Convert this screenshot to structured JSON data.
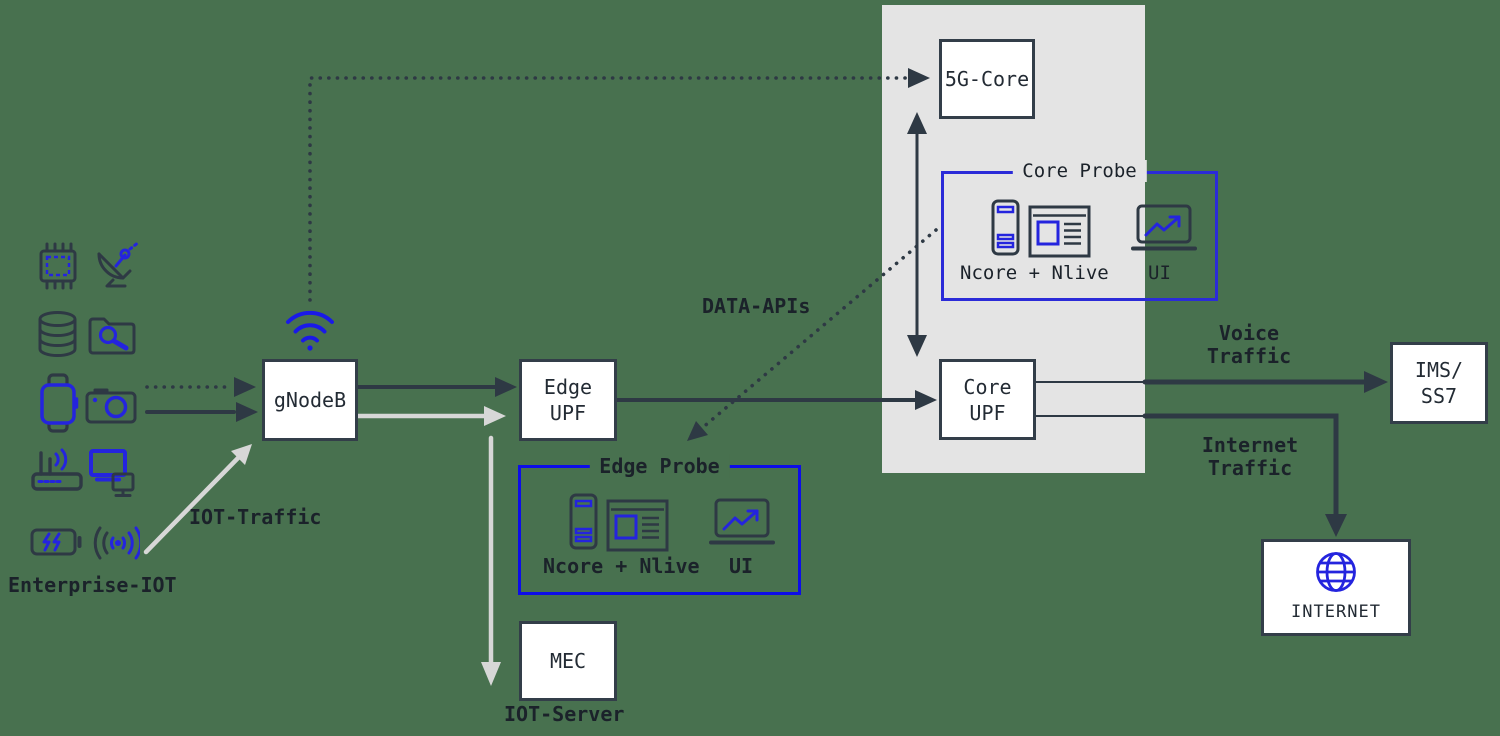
{
  "title": "5G IoT network architecture diagram",
  "colors": {
    "background": "#48714F",
    "dark": "#2E3944",
    "icon_blue": "#2424DE",
    "edge_probe_border": "#0D0DE8",
    "core_probe_border": "#2B2BD8",
    "light_arrow": "#D7D7D7",
    "gray_region": "#E4E4E4",
    "box_fill": "#FFFFFF"
  },
  "nodes": {
    "gnodeb": "gNodeB",
    "edge_upf": "Edge\nUPF",
    "mec": "MEC",
    "five_g_core": "5G-Core",
    "core_upf": "Core\nUPF",
    "ims_ss7": "IMS/\nSS7",
    "internet": "INTERNET"
  },
  "probes": {
    "edge": {
      "title": "Edge Probe",
      "label_left": "Ncore + Nlive",
      "label_right": "UI"
    },
    "core": {
      "title": "Core Probe",
      "label_left": "Ncore + Nlive",
      "label_right": "UI"
    }
  },
  "labels": {
    "enterprise_iot": "Enterprise-IOT",
    "iot_traffic": "IOT-Traffic",
    "data_apis": "DATA-APIs",
    "voice_traffic": "Voice\nTraffic",
    "internet_traffic": "Internet\nTraffic",
    "iot_server": "IOT-Server"
  },
  "device_icons": [
    "cpu-chip-icon",
    "satellite-dish-icon",
    "database-icon",
    "folder-search-icon",
    "smartwatch-icon",
    "camera-icon",
    "router-icon",
    "monitors-icon",
    "battery-icon",
    "broadcast-icon"
  ],
  "probe_icons": [
    "server-icon",
    "browser-window-icon",
    "laptop-chart-icon"
  ],
  "other_icons": [
    "wifi-icon",
    "globe-icon"
  ]
}
